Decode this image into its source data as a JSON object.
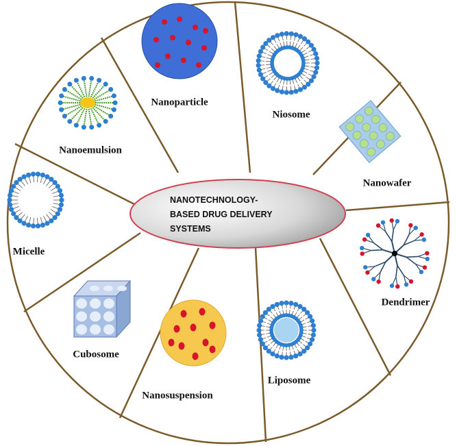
{
  "title_lines": [
    "NANOTECHNOLOGY-",
    "BASED DRUG DELIVERY",
    "SYSTEMS"
  ],
  "segments": [
    {
      "label": "Nanoparticle",
      "icon": "nanoparticle-icon"
    },
    {
      "label": "Niosome",
      "icon": "niosome-icon"
    },
    {
      "label": "Nanowafer",
      "icon": "nanowafer-icon"
    },
    {
      "label": "Dendrimer",
      "icon": "dendrimer-icon"
    },
    {
      "label": "Liposome",
      "icon": "liposome-icon"
    },
    {
      "label": "Nanosuspension",
      "icon": "nanosuspension-icon"
    },
    {
      "label": "Cubosome",
      "icon": "cubosome-icon"
    },
    {
      "label": "Micelle",
      "icon": "micelle-icon"
    },
    {
      "label": "Nanoemulsion",
      "icon": "nanoemulsion-icon"
    }
  ],
  "colors": {
    "outline": "#7a5a2a",
    "ellipse_border": "#d04050",
    "head_blue": "#2f7fd0",
    "drug_red": "#d8142a"
  }
}
